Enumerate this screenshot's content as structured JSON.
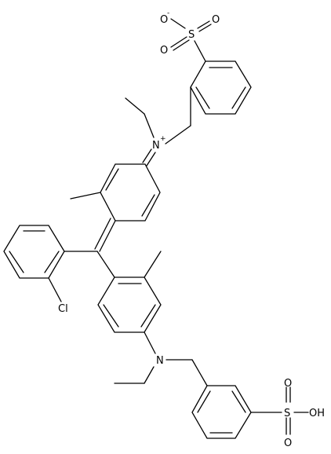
{
  "atoms": {
    "o_minus": "O",
    "o_minus_charge": "-",
    "s_top": "S",
    "o_top_right": "O",
    "o_top_left": "O",
    "n_plus": "N",
    "n_plus_charge": "+",
    "cl": "Cl",
    "n_bottom": "N",
    "o_bottom_up": "O",
    "s_bottom": "S",
    "oh_bottom": "OH",
    "o_bottom_down": "O"
  },
  "colors": {
    "ink": "#000000",
    "background": "#ffffff"
  }
}
